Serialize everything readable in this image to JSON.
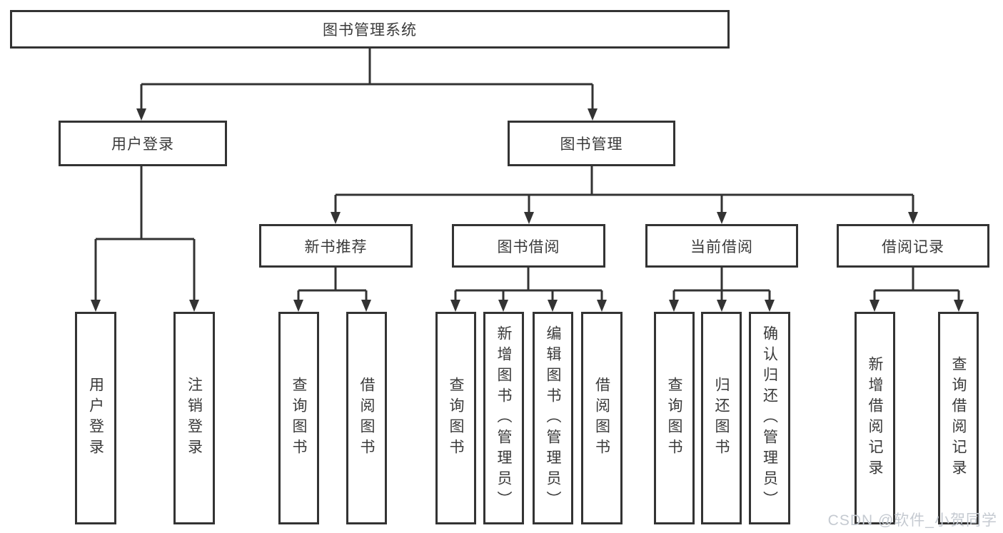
{
  "diagram": {
    "root": {
      "label": "图书管理系统"
    },
    "level1": [
      {
        "label": "用户登录"
      },
      {
        "label": "图书管理"
      }
    ],
    "level2": [
      {
        "label": "新书推荐"
      },
      {
        "label": "图书借阅"
      },
      {
        "label": "当前借阅"
      },
      {
        "label": "借阅记录"
      }
    ],
    "leaves": {
      "user_login": [
        "用户登录",
        "注销登录"
      ],
      "new_book": [
        "查询图书",
        "借阅图书"
      ],
      "book_borrow": [
        "查询图书",
        "新增图书（管理员）",
        "编辑图书（管理员）",
        "借阅图书"
      ],
      "current_borrow": [
        "查询图书",
        "归还图书",
        "确认归还（管理员）"
      ],
      "borrow_record": [
        "新增借阅记录",
        "查询借阅记录"
      ]
    }
  },
  "watermark": {
    "text": "CSDN @软件_小贺同学"
  },
  "colors": {
    "line": "#333333",
    "text": "#3a3a3a",
    "background": "#ffffff",
    "watermark": "#c5cad1"
  }
}
